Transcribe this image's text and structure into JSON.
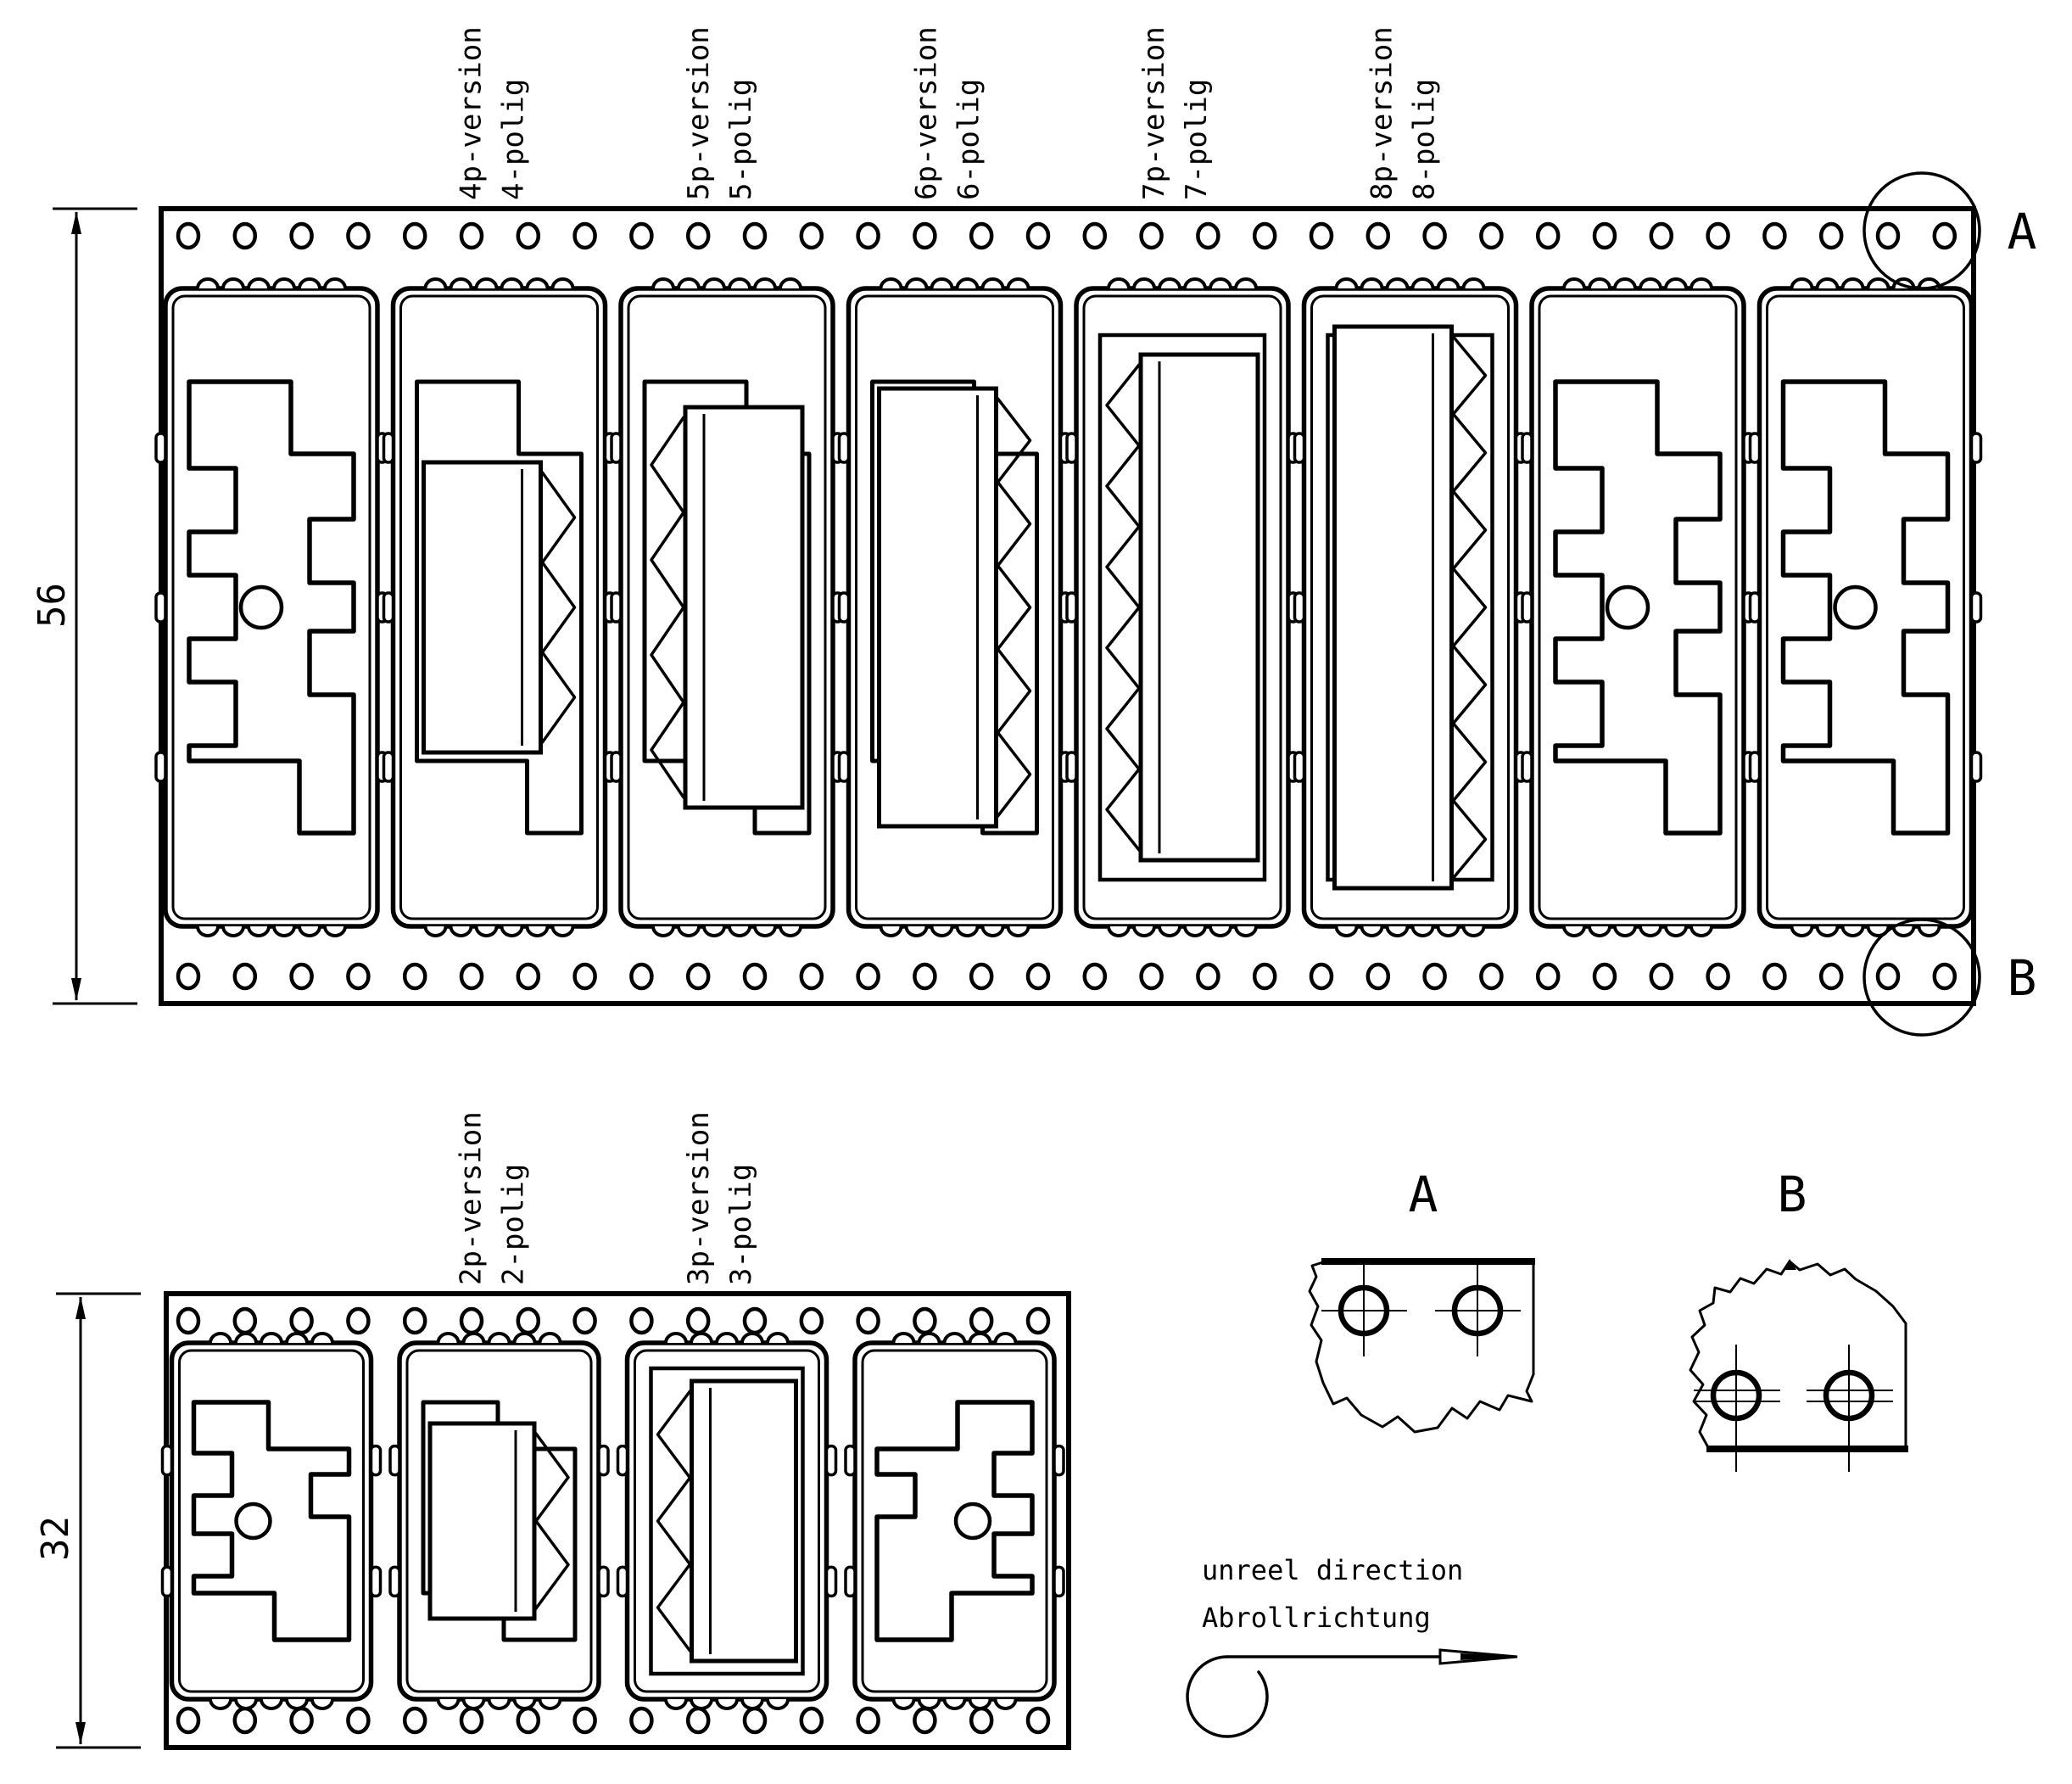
{
  "colors": {
    "line": "#000000",
    "background": "#ffffff"
  },
  "top_strip": {
    "dimension_label": "56",
    "sprocket_holes_per_row": 32,
    "rows_of_holes": 2,
    "corner_markers": [
      {
        "label": "A"
      },
      {
        "label": "B"
      }
    ],
    "pockets": [
      {
        "name": "empty-pocket-1",
        "type": "empty"
      },
      {
        "name": "4p-pocket",
        "type": "connector",
        "pins": 4,
        "label_line1": "4p-version",
        "label_line2": "4-polig"
      },
      {
        "name": "5p-pocket",
        "type": "connector",
        "pins": 5,
        "label_line1": "5p-version",
        "label_line2": "5-polig"
      },
      {
        "name": "6p-pocket",
        "type": "connector",
        "pins": 6,
        "label_line1": "6p-version",
        "label_line2": "6-polig"
      },
      {
        "name": "7p-pocket",
        "type": "connector",
        "pins": 7,
        "label_line1": "7p-version",
        "label_line2": "7-polig"
      },
      {
        "name": "8p-pocket",
        "type": "connector",
        "pins": 8,
        "label_line1": "8p-version",
        "label_line2": "8-polig"
      },
      {
        "name": "empty-pocket-2",
        "type": "empty"
      },
      {
        "name": "empty-pocket-3",
        "type": "empty"
      }
    ]
  },
  "bottom_strip": {
    "dimension_label": "32",
    "sprocket_holes_per_row": 16,
    "rows_of_holes": 2,
    "pockets": [
      {
        "name": "empty-pocket-1",
        "type": "empty"
      },
      {
        "name": "2p-pocket",
        "type": "connector",
        "pins": 2,
        "label_line1": "2p-version",
        "label_line2": "2-polig"
      },
      {
        "name": "3p-pocket",
        "type": "connector",
        "pins": 3,
        "label_line1": "3p-version",
        "label_line2": "3-polig"
      },
      {
        "name": "empty-pocket-2",
        "type": "empty",
        "mirrored": true
      }
    ]
  },
  "detail_views": [
    {
      "label": "A",
      "holes": 2
    },
    {
      "label": "B",
      "holes": 2
    }
  ],
  "unreel_note": {
    "line1": "unreel direction",
    "line2": "Abrollrichtung"
  }
}
